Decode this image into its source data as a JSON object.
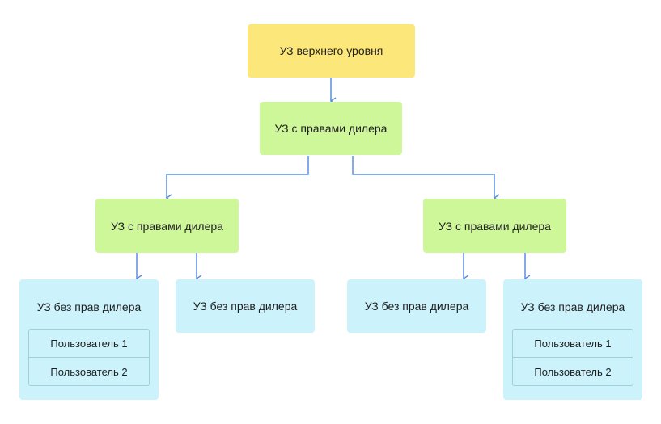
{
  "top": {
    "label": "УЗ верхнего уровня"
  },
  "dealer_root": {
    "label": "УЗ с правами дилера"
  },
  "dealer_left": {
    "label": "УЗ с правами дилера"
  },
  "dealer_right": {
    "label": "УЗ с правами дилера"
  },
  "leaf_1": {
    "label": "УЗ без прав дилера",
    "users": [
      "Пользователь 1",
      "Пользователь 2"
    ]
  },
  "leaf_2": {
    "label": "УЗ без прав дилера"
  },
  "leaf_3": {
    "label": "УЗ без прав дилера"
  },
  "leaf_4": {
    "label": "УЗ без прав дилера",
    "users": [
      "Пользователь 1",
      "Пользователь 2"
    ]
  },
  "colors": {
    "top_node": "#fbe77a",
    "dealer_node": "#cdf799",
    "leaf_node": "#ccf2fb",
    "connector": "#5a8fe0"
  }
}
